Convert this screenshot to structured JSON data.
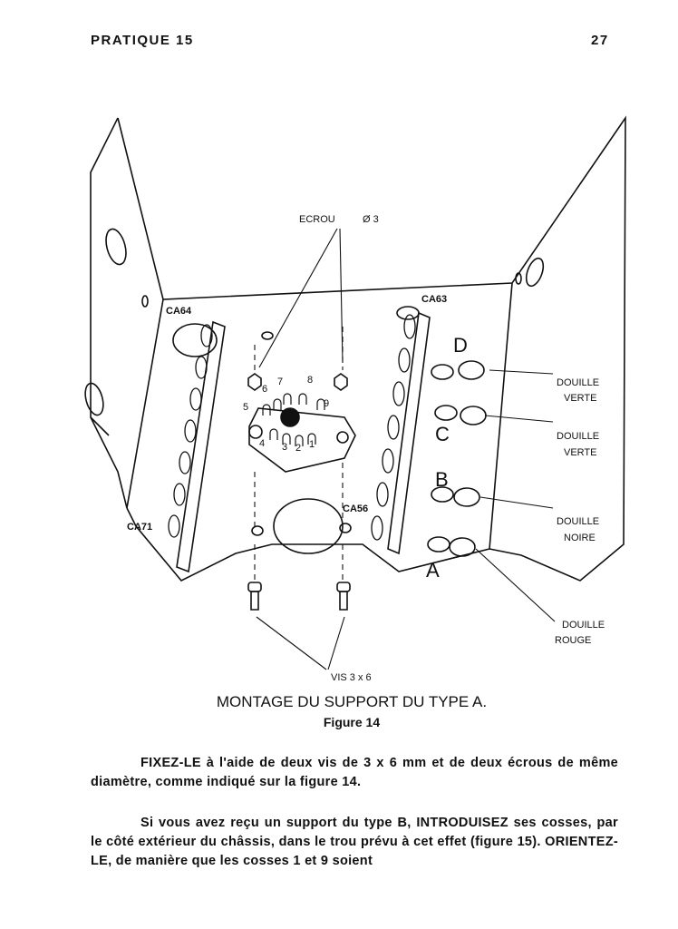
{
  "header": {
    "section": "PRATIQUE 15",
    "page_number": "27"
  },
  "figure": {
    "labels": {
      "ecrou": "ECROU",
      "ecrou_diameter": "Ø 3",
      "ca64": "CA64",
      "ca63": "CA63",
      "ca71": "CA71",
      "ca56": "CA56",
      "pins": [
        "1",
        "2",
        "3",
        "4",
        "5",
        "6",
        "7",
        "8",
        "9"
      ],
      "d": "D",
      "c": "C",
      "b": "B",
      "a": "A",
      "douille_d": [
        "DOUILLE",
        "VERTE"
      ],
      "douille_c": [
        "DOUILLE",
        "VERTE"
      ],
      "douille_b": [
        "DOUILLE",
        "NOIRE"
      ],
      "douille_a": [
        "DOUILLE",
        "ROUGE"
      ],
      "vis": "VIS 3 x 6"
    },
    "caption": "MONTAGE DU SUPPORT DU TYPE A.",
    "number": "Figure 14"
  },
  "body": {
    "paragraphs": [
      "FIXEZ-LE à l'aide de deux vis de 3 x 6 mm et de deux écrous de même diamètre, comme indiqué sur la figure 14.",
      "Si vous avez reçu un support du type B, INTRODUISEZ ses cosses, par le côté extérieur du châssis, dans le trou prévu à cet effet (figure 15). ORIENTEZ-LE, de manière que les cosses 1 et 9 soient"
    ]
  }
}
